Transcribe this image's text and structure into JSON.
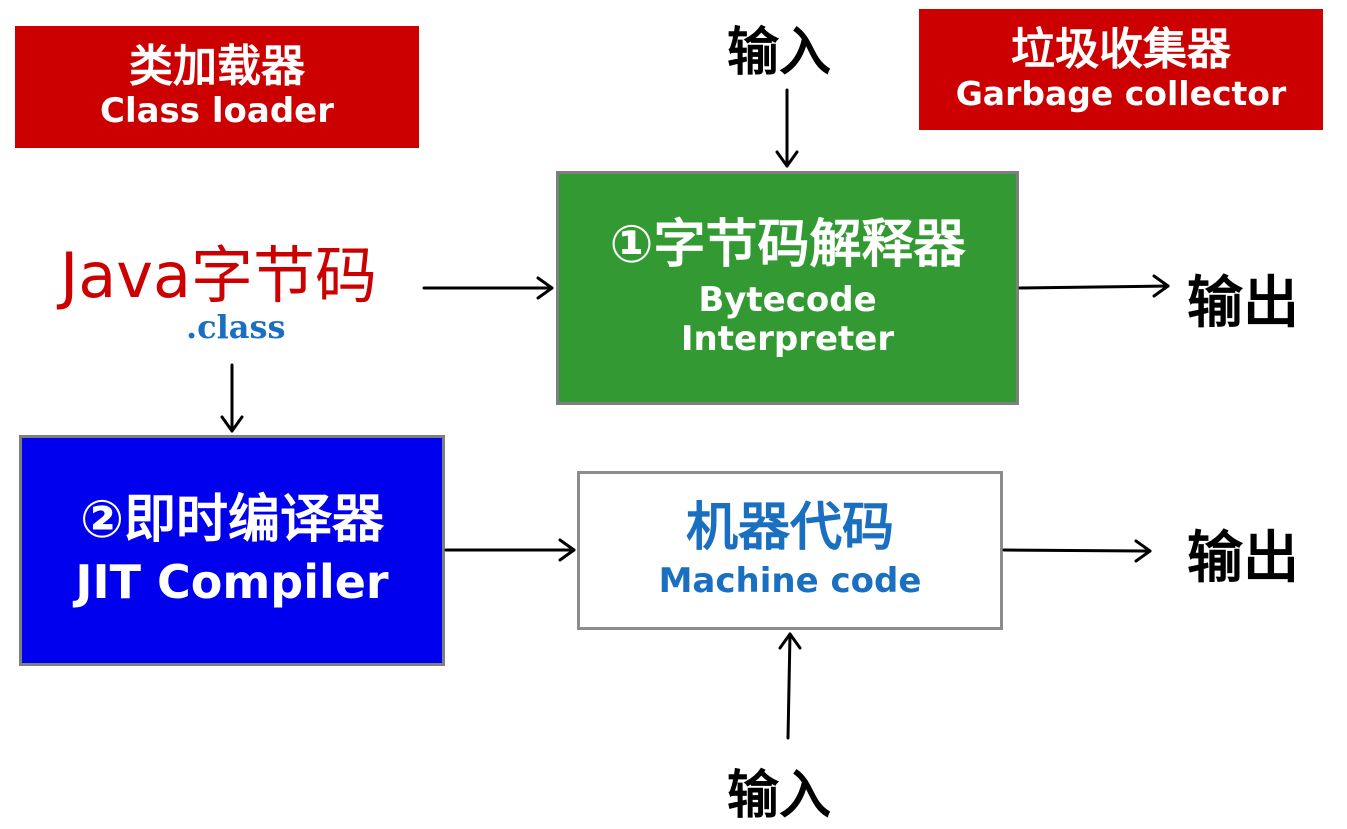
{
  "class_loader": {
    "zh": "类加载器",
    "en": "Class loader"
  },
  "gc": {
    "zh": "垃圾收集器",
    "en": "Garbage collector"
  },
  "java_bytecode": {
    "zh": "Java字节码",
    "ext": ".class"
  },
  "interpreter": {
    "zh": "①字节码解释器",
    "en_line1": "Bytecode",
    "en_line2": "Interpreter"
  },
  "jit": {
    "zh": "②即时编译器",
    "en": "JIT Compiler"
  },
  "machine_code": {
    "zh": "机器代码",
    "en": "Machine code"
  },
  "labels": {
    "input_top": "输入",
    "input_bottom": "输入",
    "output_interpreter": "输出",
    "output_machine": "输出"
  },
  "colors": {
    "red": "#cc0000",
    "green": "#339933",
    "blue": "#0000ee",
    "machine_text": "#1a6fc0"
  }
}
